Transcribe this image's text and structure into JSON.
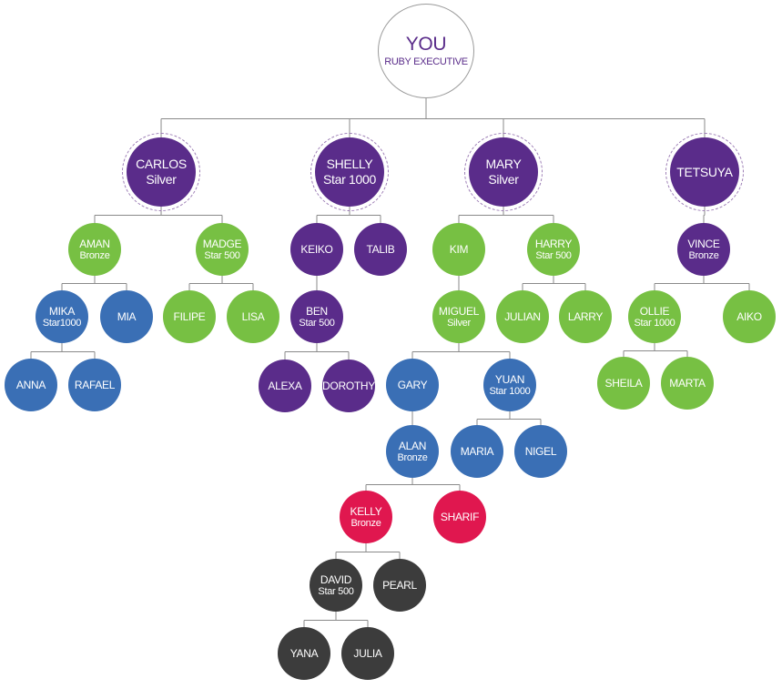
{
  "tree": {
    "root": {
      "name": "YOU",
      "rank": "RUBY EXECUTIVE"
    },
    "members": [
      {
        "id": "carlos",
        "name": "CARLOS",
        "rank": "Silver",
        "color": "#5a2c8a",
        "parent": "root"
      },
      {
        "id": "shelly",
        "name": "SHELLY",
        "rank": "Star 1000",
        "color": "#5a2c8a",
        "parent": "root"
      },
      {
        "id": "mary",
        "name": "MARY",
        "rank": "Silver",
        "color": "#5a2c8a",
        "parent": "root"
      },
      {
        "id": "tetsuya",
        "name": "TETSUYA",
        "rank": "",
        "color": "#5a2c8a",
        "parent": "root"
      },
      {
        "id": "aman",
        "name": "AMAN",
        "rank": "Bronze",
        "color": "#77c043",
        "parent": "carlos"
      },
      {
        "id": "madge",
        "name": "MADGE",
        "rank": "Star 500",
        "color": "#77c043",
        "parent": "carlos"
      },
      {
        "id": "mika",
        "name": "MIKA",
        "rank": "Star1000",
        "color": "#3a6fb5",
        "parent": "aman"
      },
      {
        "id": "mia",
        "name": "MIA",
        "rank": "",
        "color": "#3a6fb5",
        "parent": "aman"
      },
      {
        "id": "anna",
        "name": "ANNA",
        "rank": "",
        "color": "#3a6fb5",
        "parent": "mika"
      },
      {
        "id": "rafael",
        "name": "RAFAEL",
        "rank": "",
        "color": "#3a6fb5",
        "parent": "mika"
      },
      {
        "id": "filipe",
        "name": "FILIPE",
        "rank": "",
        "color": "#77c043",
        "parent": "madge"
      },
      {
        "id": "lisa",
        "name": "LISA",
        "rank": "",
        "color": "#77c043",
        "parent": "madge"
      },
      {
        "id": "keiko",
        "name": "KEIKO",
        "rank": "",
        "color": "#5a2c8a",
        "parent": "shelly"
      },
      {
        "id": "talib",
        "name": "TALIB",
        "rank": "",
        "color": "#5a2c8a",
        "parent": "shelly"
      },
      {
        "id": "ben",
        "name": "BEN",
        "rank": "Star 500",
        "color": "#5a2c8a",
        "parent": "keiko"
      },
      {
        "id": "alexa",
        "name": "ALEXA",
        "rank": "",
        "color": "#5a2c8a",
        "parent": "ben"
      },
      {
        "id": "dorothy",
        "name": "DOROTHY",
        "rank": "",
        "color": "#5a2c8a",
        "parent": "ben"
      },
      {
        "id": "kim",
        "name": "KIM",
        "rank": "",
        "color": "#77c043",
        "parent": "mary"
      },
      {
        "id": "harry",
        "name": "HARRY",
        "rank": "Star 500",
        "color": "#77c043",
        "parent": "mary"
      },
      {
        "id": "miguel",
        "name": "MIGUEL",
        "rank": "Silver",
        "color": "#77c043",
        "parent": "kim"
      },
      {
        "id": "julian",
        "name": "JULIAN",
        "rank": "",
        "color": "#77c043",
        "parent": "harry"
      },
      {
        "id": "larry",
        "name": "LARRY",
        "rank": "",
        "color": "#77c043",
        "parent": "harry"
      },
      {
        "id": "gary",
        "name": "GARY",
        "rank": "",
        "color": "#3a6fb5",
        "parent": "miguel"
      },
      {
        "id": "yuan",
        "name": "YUAN",
        "rank": "Star 1000",
        "color": "#3a6fb5",
        "parent": "miguel"
      },
      {
        "id": "maria",
        "name": "MARIA",
        "rank": "",
        "color": "#3a6fb5",
        "parent": "yuan"
      },
      {
        "id": "nigel",
        "name": "NIGEL",
        "rank": "",
        "color": "#3a6fb5",
        "parent": "yuan"
      },
      {
        "id": "alan",
        "name": "ALAN",
        "rank": "Bronze",
        "color": "#3a6fb5",
        "parent": "gary"
      },
      {
        "id": "kelly",
        "name": "KELLY",
        "rank": "Bronze",
        "color": "#e0174f",
        "parent": "alan"
      },
      {
        "id": "sharif",
        "name": "SHARIF",
        "rank": "",
        "color": "#e0174f",
        "parent": "alan"
      },
      {
        "id": "david",
        "name": "DAVID",
        "rank": "Star 500",
        "color": "#3c3c3c",
        "parent": "kelly"
      },
      {
        "id": "pearl",
        "name": "PEARL",
        "rank": "",
        "color": "#3c3c3c",
        "parent": "kelly"
      },
      {
        "id": "yana",
        "name": "YANA",
        "rank": "",
        "color": "#3c3c3c",
        "parent": "david"
      },
      {
        "id": "julia",
        "name": "JULIA",
        "rank": "",
        "color": "#3c3c3c",
        "parent": "david"
      },
      {
        "id": "vince",
        "name": "VINCE",
        "rank": "Bronze",
        "color": "#5a2c8a",
        "parent": "tetsuya"
      },
      {
        "id": "ollie",
        "name": "OLLIE",
        "rank": "Star 1000",
        "color": "#77c043",
        "parent": "vince"
      },
      {
        "id": "aiko",
        "name": "AIKO",
        "rank": "",
        "color": "#77c043",
        "parent": "vince"
      },
      {
        "id": "sheila",
        "name": "SHEILA",
        "rank": "",
        "color": "#77c043",
        "parent": "ollie"
      },
      {
        "id": "marta",
        "name": "MARTA",
        "rank": "",
        "color": "#77c043",
        "parent": "ollie"
      }
    ]
  }
}
